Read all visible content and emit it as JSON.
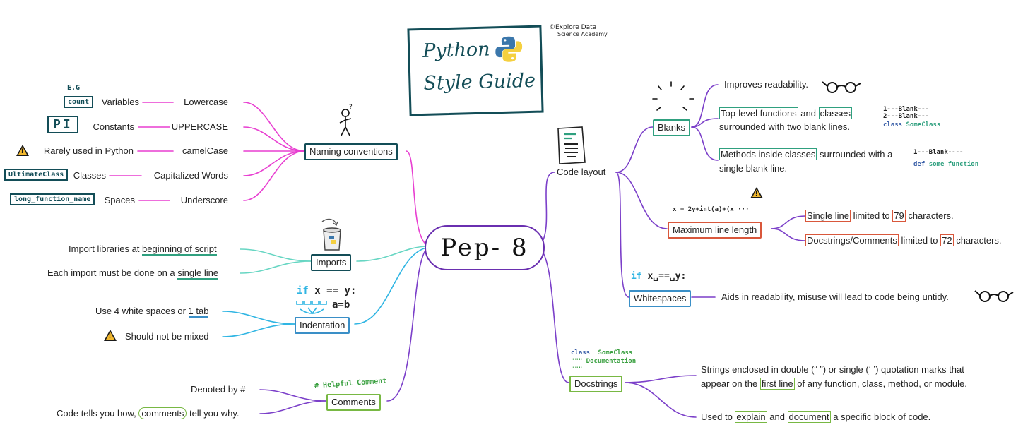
{
  "title": {
    "line1": "Python",
    "line2": "Style Guide"
  },
  "copyright": {
    "line1": "©Explore Data",
    "line2": "Science Academy"
  },
  "center": {
    "label": "Pep- 8"
  },
  "naming": {
    "label": "Naming conventions",
    "eg": "E.G",
    "rows": [
      {
        "tag": "count",
        "name": "Variables",
        "style": "Lowercase"
      },
      {
        "tag": "PI",
        "name": "Constants",
        "style": "UPPERCASE"
      },
      {
        "tag": "",
        "name": "Rarely used in Python",
        "style": "camelCase"
      },
      {
        "tag": "UltimateClass",
        "name": "Classes",
        "style": "Capitalized Words"
      },
      {
        "tag": "long_function_name",
        "name": "Spaces",
        "style": "Underscore"
      }
    ]
  },
  "imports": {
    "label": "Imports",
    "item1_pre": "Import libraries at ",
    "item1_hl": "beginning of script",
    "item2_pre": "Each import must be done on a ",
    "item2_hl": "single line"
  },
  "indentation": {
    "label": "Indentation",
    "item1_pre": "Use 4 white spaces or ",
    "item1_hl": "1 tab",
    "item2": "Should not be mixed",
    "sketch_if": "if",
    "sketch_cond": "x == y:",
    "sketch_body": "a=b"
  },
  "comments": {
    "label": "Comments",
    "sketch": "# Helpful Comment",
    "item1": "Denoted by #",
    "item2_pre": "Code tells you how,",
    "item2_hl": "comments",
    "item2_post": "tell you why."
  },
  "code_layout": {
    "label": "Code layout"
  },
  "blanks": {
    "label": "Blanks",
    "item1": "Improves readability.",
    "item2_hl1": "Top-level functions",
    "item2_mid": " and ",
    "item2_hl2": "classes",
    "item2_line2": "surrounded  with two blank lines.",
    "item3_hl": "Methods inside classes",
    "item3_rest": " surrounded with a",
    "item3_line2": "single blank line.",
    "sk1_l1": "1---Blank---",
    "sk1_l2": "2---Blank---",
    "sk1_kw": "class",
    "sk1_name": "SomeClass",
    "sk2_l1": "1---Blank----",
    "sk2_kw": "def",
    "sk2_name": "some_function"
  },
  "maxlen": {
    "label": "Maximum line length",
    "sketch": "x = 2y+int(a)+(x ···",
    "item1_hl": "Single line",
    "item1_mid": " limited to ",
    "item1_num": "79",
    "item1_post": " characters.",
    "item2_hl": "Docstrings/Comments",
    "item2_mid": " limited to ",
    "item2_num": "72",
    "item2_post": " characters."
  },
  "whitespaces": {
    "label": "Whitespaces",
    "sketch_if": "if",
    "sketch_rest": "x␣==␣y:",
    "item": "Aids in readability, misuse will lead to code being untidy."
  },
  "docstrings": {
    "label": "Docstrings",
    "sk_kw": "class",
    "sk_name": "SomeClass",
    "sk_l2": "\"\"\" Documentation",
    "sk_l3": "\"\"\"",
    "item1_pre": "Strings enclosed in double (“ ”) or single (‘ ’) quotation marks that",
    "item1_l2_pre": "appear on the ",
    "item1_l2_hl": "first line",
    "item1_l2_post": " of any function, class, method, or module.",
    "item2_pre": "Used to ",
    "item2_hl1": "explain",
    "item2_mid": " and ",
    "item2_hl2": "document",
    "item2_post": " a specific block of code."
  },
  "colors": {
    "magenta": "#e83fd1",
    "purple": "#7b3fc9",
    "teal": "#67d6c3",
    "cyan": "#2fb5e3",
    "dark_teal": "#134d57",
    "green": "#2fa07f",
    "blue": "#3a8fc7",
    "red": "#d9573b",
    "lime": "#78b843"
  },
  "icons": [
    "stick-figure-icon",
    "python-logo-icon",
    "code-document-icon",
    "glasses-icon",
    "warning-icon",
    "import-bucket-icon"
  ]
}
